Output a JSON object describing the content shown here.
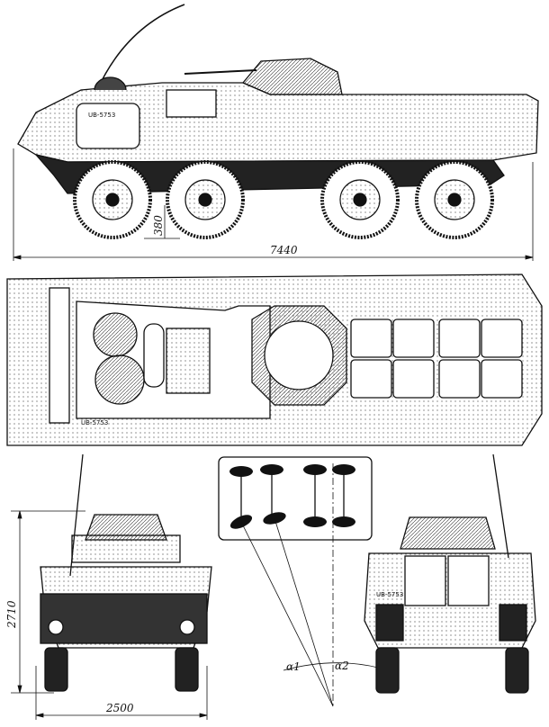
{
  "drawing": {
    "dimensions": {
      "length": "7440",
      "ground_clearance": "380",
      "height": "2710",
      "width": "2500"
    },
    "angles": {
      "alpha1": "α1",
      "alpha2": "α2"
    },
    "plate_number": "UB-5753"
  },
  "colors": {
    "ink": "#111111",
    "paper": "#ffffff"
  }
}
